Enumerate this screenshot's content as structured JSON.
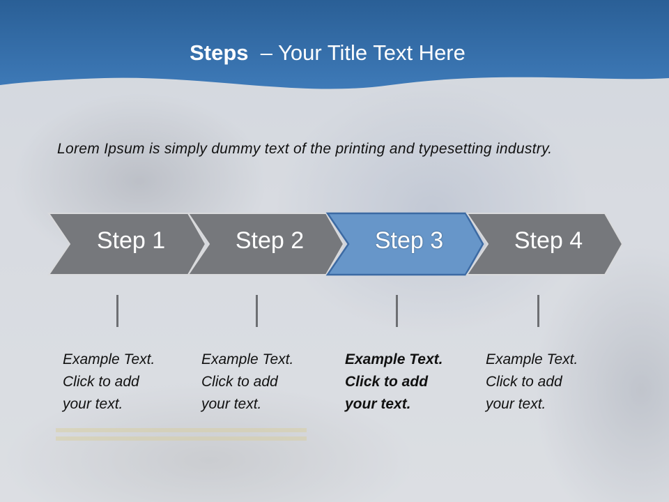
{
  "title": {
    "bold": "Steps",
    "rest": "– Your Title Text Here"
  },
  "intro": "Lorem Ipsum is simply dummy text of the printing and typesetting industry.",
  "steps": [
    {
      "label": "Step 1",
      "active": false,
      "text": [
        "Example Text.",
        "Click  to add",
        "your text."
      ]
    },
    {
      "label": "Step 2",
      "active": false,
      "text": [
        "Example Text.",
        "Click  to add",
        "your text."
      ]
    },
    {
      "label": "Step 3",
      "active": true,
      "text": [
        "Example Text.",
        "Click  to add",
        "your text."
      ]
    },
    {
      "label": "Step 4",
      "active": false,
      "text": [
        "Example Text.",
        "Click  to add",
        "your text."
      ]
    }
  ],
  "colors": {
    "header_blue": "#2f6ca8",
    "step_gray": "#76787c",
    "step_active": "#6796c9",
    "step_active_border": "#3c6aa3"
  }
}
